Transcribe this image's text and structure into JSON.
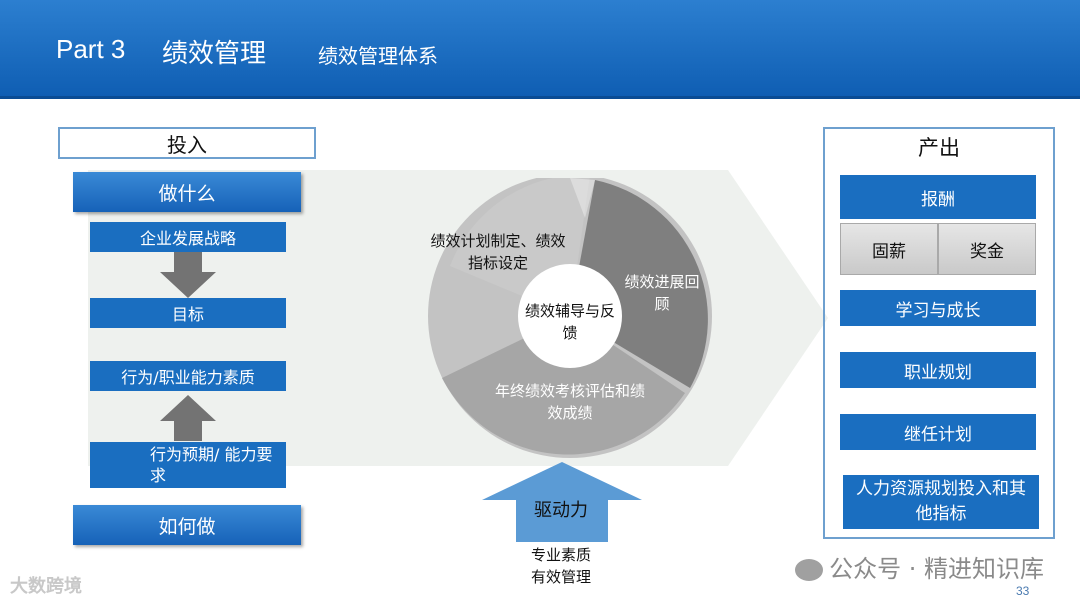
{
  "header": {
    "part": "Part 3",
    "title": "绩效管理",
    "subtitle": "绩效管理体系"
  },
  "input": {
    "title": "投入",
    "what_label": "做什么",
    "strategy": "企业发展战略",
    "goal": "目标",
    "competency": "行为/职业能力素质",
    "expectation": "行为预期/ 能力要求",
    "how_label": "如何做"
  },
  "cycle": {
    "plan": "绩效计划制定、绩效指标设定",
    "review": "绩效进展回顾",
    "annual": "年终绩效考核评估和绩效成绩",
    "center": "绩效辅导与反馈"
  },
  "drive": {
    "label": "驱动力",
    "sub1": "专业素质",
    "sub2": "有效管理"
  },
  "output": {
    "title": "产出",
    "compensation": "报酬",
    "salary": "固薪",
    "bonus": "奖金",
    "growth": "学习与成长",
    "career": "职业规划",
    "succession": "继任计划",
    "hr_plan": "人力资源规划投入和其他指标"
  },
  "watermark": "公众号 · 精进知识库",
  "logo": "大数跨境",
  "page_number": "33",
  "colors": {
    "header_blue": "#1565c0",
    "box_blue": "#1a6ec0",
    "band_gray": "#eef1ee",
    "cycle_light": "#bdbdbd",
    "cycle_dark": "#808080",
    "arrow_blue": "#5b9bd5"
  }
}
